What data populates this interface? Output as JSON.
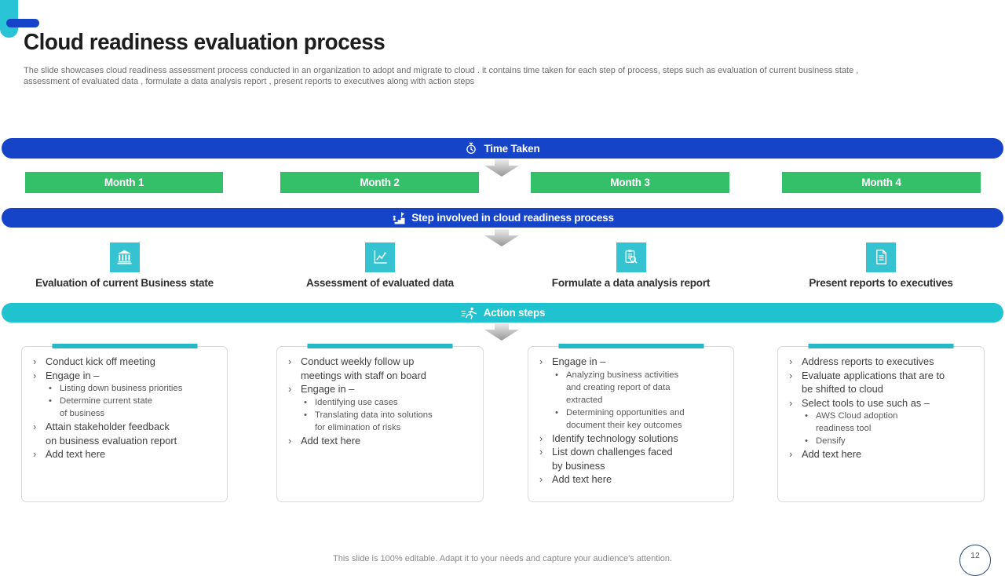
{
  "slide": {
    "title": "Cloud readiness evaluation process",
    "description": "The slide showcases cloud readiness assessment process conducted in an organization to adopt and migrate to cloud . it contains time taken for each step of process, steps such as evaluation of current business state ,\nassessment of evaluated data , formulate a data analysis report , present reports to executives along with action steps",
    "footer": "This slide is 100% editable. Adapt it to your needs and capture your audience's attention.",
    "page_number": "12"
  },
  "colors": {
    "banner_blue": "#1644c8",
    "month_green": "#34c068",
    "banner_cyan": "#1fc2cf",
    "icon_cyan": "#35c3d1",
    "card_topbar_cyan": "#25b8c6"
  },
  "time_taken": {
    "label": "Time Taken",
    "icon": "stopwatch-icon",
    "months": [
      "Month 1",
      "Month 2",
      "Month 3",
      "Month 4"
    ]
  },
  "steps_banner": {
    "label": "Step involved in cloud readiness process",
    "icon": "stairs-flag-icon"
  },
  "steps": [
    {
      "icon": "bank-building-icon",
      "label": "Evaluation of current Business state"
    },
    {
      "icon": "line-chart-icon",
      "label": "Assessment of evaluated data"
    },
    {
      "icon": "report-magnifier-icon",
      "label": "Formulate a data analysis report"
    },
    {
      "icon": "document-icon",
      "label": "Present reports to executives"
    }
  ],
  "action_banner": {
    "label": "Action steps",
    "icon": "runner-icon"
  },
  "action_cards": [
    {
      "items": [
        {
          "level": 1,
          "text": "Conduct kick off meeting"
        },
        {
          "level": 1,
          "text": "Engage in –"
        },
        {
          "level": 2,
          "text": "Listing down business priorities"
        },
        {
          "level": 2,
          "text": "Determine current state\nof business"
        },
        {
          "level": 1,
          "text": "Attain stakeholder feedback\non business evaluation report"
        },
        {
          "level": 1,
          "text": "Add text here"
        }
      ]
    },
    {
      "items": [
        {
          "level": 1,
          "text": "Conduct weekly follow up\nmeetings with staff on board"
        },
        {
          "level": 1,
          "text": "Engage in –"
        },
        {
          "level": 2,
          "text": "Identifying use cases"
        },
        {
          "level": 2,
          "text": "Translating data into solutions\nfor elimination of risks"
        },
        {
          "level": 1,
          "text": "Add text here"
        }
      ]
    },
    {
      "items": [
        {
          "level": 1,
          "text": "Engage in –"
        },
        {
          "level": 2,
          "text": "Analyzing business activities\nand creating report of data\nextracted"
        },
        {
          "level": 2,
          "text": "Determining opportunities and\ndocument their key outcomes"
        },
        {
          "level": 1,
          "text": "Identify technology solutions"
        },
        {
          "level": 1,
          "text": "List down challenges faced\nby business"
        },
        {
          "level": 1,
          "text": "Add text here"
        }
      ]
    },
    {
      "items": [
        {
          "level": 1,
          "text": "Address reports to executives"
        },
        {
          "level": 1,
          "text": "Evaluate applications that are to\nbe shifted to cloud"
        },
        {
          "level": 1,
          "text": "Select tools to use such as –"
        },
        {
          "level": 2,
          "text": "AWS Cloud adoption\nreadiness tool"
        },
        {
          "level": 2,
          "text": "Densify"
        },
        {
          "level": 1,
          "text": "Add text here"
        }
      ]
    }
  ]
}
